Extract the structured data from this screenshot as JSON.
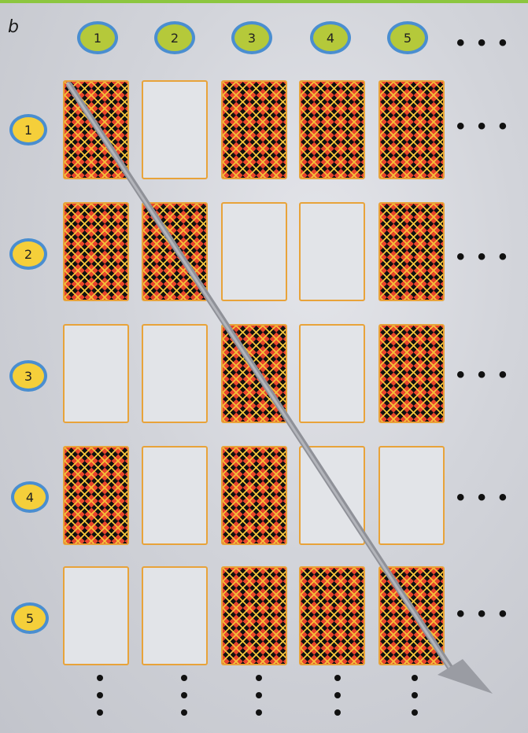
{
  "panel_label": "b",
  "colors": {
    "column_badge_fill": "#b5c93a",
    "row_badge_fill": "#f5cf3a",
    "badge_ring": "#4a8ed0",
    "card_border": "#e8a33a",
    "arrow": "#9a9ca3"
  },
  "column_labels": [
    "1",
    "2",
    "3",
    "4",
    "5"
  ],
  "row_labels": [
    "1",
    "2",
    "3",
    "4",
    "5"
  ],
  "continuation": "• • •",
  "grid": [
    [
      "face-down",
      "face-up",
      "face-down",
      "face-down",
      "face-down"
    ],
    [
      "face-down",
      "face-down",
      "face-up",
      "face-up",
      "face-down"
    ],
    [
      "face-up",
      "face-up",
      "face-down",
      "face-up",
      "face-down"
    ],
    [
      "face-down",
      "face-up",
      "face-down",
      "face-up",
      "face-up"
    ],
    [
      "face-up",
      "face-up",
      "face-down",
      "face-down",
      "face-down"
    ]
  ],
  "diagonal_arrow": "arrow-icon"
}
